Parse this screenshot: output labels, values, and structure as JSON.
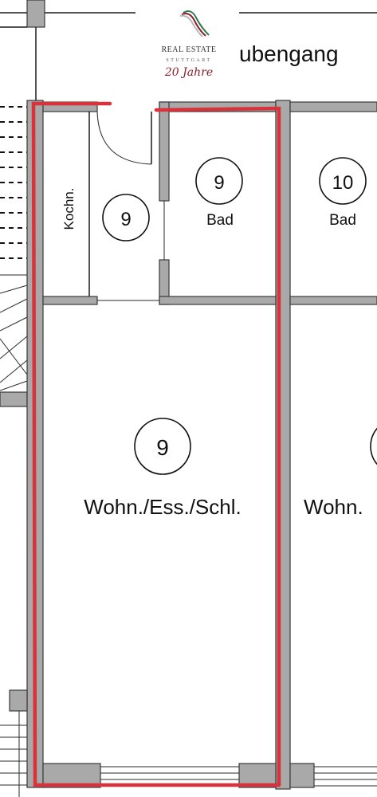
{
  "header": {
    "logo_line1": "REAL ESTATE",
    "logo_line2": "STUTTGART",
    "logo_line3": "20 Jahre",
    "partial_label": "ubengang"
  },
  "rooms": [
    {
      "number": "9",
      "label": "Kochn."
    },
    {
      "number": "9",
      "label": "Bad"
    },
    {
      "number": "10",
      "label": "Bad"
    },
    {
      "number": "9",
      "label": "Wohn./Ess./Schl."
    },
    {
      "number": "",
      "label": "Wohn."
    }
  ],
  "colors": {
    "highlight": "#d8323a",
    "wall_fill": "#a9a9a9",
    "logo_accent": "#8b1e2d",
    "logo_green": "#2e7d4f"
  }
}
